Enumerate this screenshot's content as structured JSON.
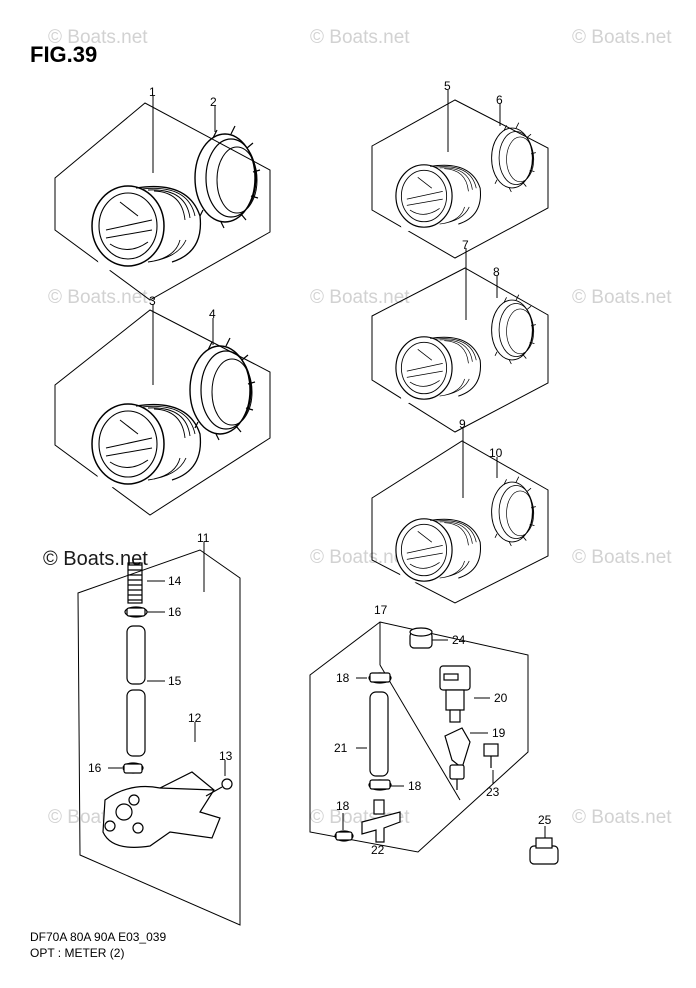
{
  "figure": {
    "title": "FIG.39"
  },
  "watermark": {
    "text": "© Boats.net"
  },
  "footer": {
    "code": "DF70A 80A 90A E03_039",
    "caption": "OPT : METER (2)"
  },
  "part_numbers": [
    "1",
    "2",
    "3",
    "4",
    "5",
    "6",
    "7",
    "8",
    "9",
    "10",
    "11",
    "12",
    "13",
    "14",
    "15",
    "16",
    "16",
    "17",
    "18",
    "18",
    "18",
    "19",
    "20",
    "21",
    "22",
    "23",
    "24",
    "25"
  ],
  "colors": {
    "line": "#000000",
    "watermark": "#d2d2d2",
    "background": "#ffffff"
  }
}
